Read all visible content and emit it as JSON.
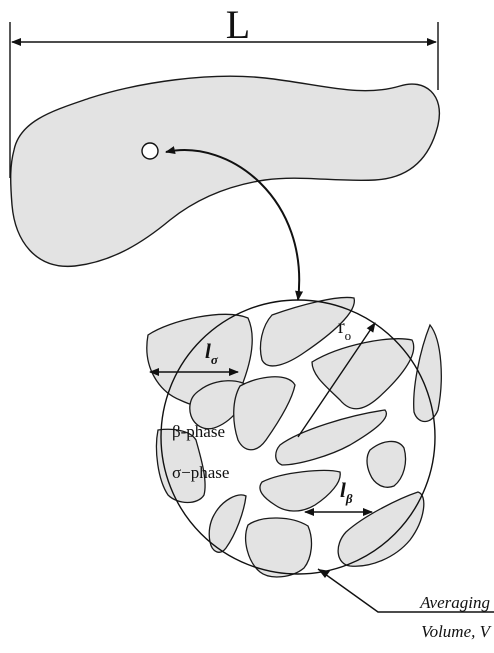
{
  "labels": {
    "length": "L",
    "radius": "r",
    "radius_sub": "o",
    "sigma_length": "l",
    "sigma_length_sub": "σ",
    "beta_length": "l",
    "beta_length_sub": "β",
    "beta_phase": "β-phase",
    "sigma_phase": "σ−phase",
    "averaging_line1": "Averaging",
    "averaging_line2": "Volume, V"
  },
  "colors": {
    "fill": "#e3e3e3",
    "stroke": "#1a1a1a",
    "background": "#ffffff"
  }
}
